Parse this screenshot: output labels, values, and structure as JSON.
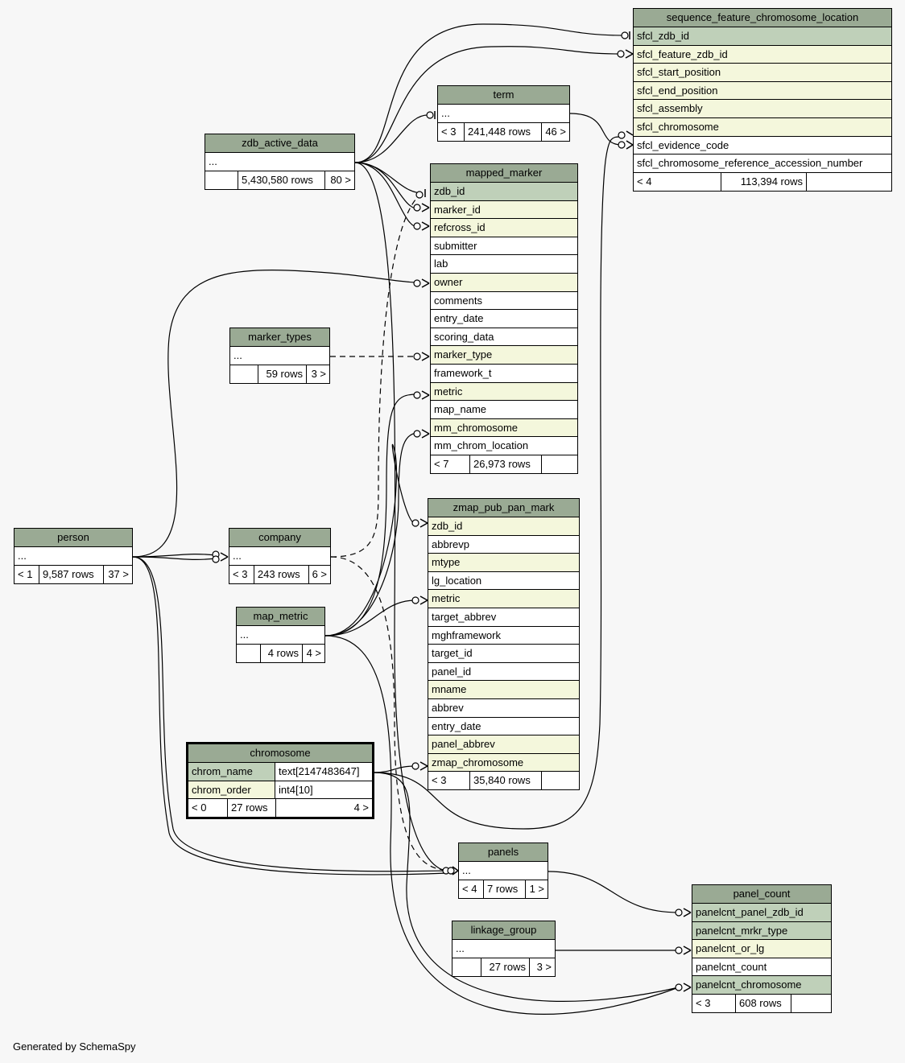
{
  "tables": {
    "sequence_feature_chromosome_location": {
      "name": "sequence_feature_chromosome_location",
      "columns": [
        "sfcl_zdb_id",
        "sfcl_feature_zdb_id",
        "sfcl_start_position",
        "sfcl_end_position",
        "sfcl_assembly",
        "sfcl_chromosome",
        "sfcl_evidence_code",
        "sfcl_chromosome_reference_accession_number"
      ],
      "parents": "< 4",
      "rows": "113,394 rows",
      "children": ""
    },
    "term": {
      "name": "term",
      "columns": [
        "..."
      ],
      "parents": "< 3",
      "rows": "241,448 rows",
      "children": "46 >"
    },
    "zdb_active_data": {
      "name": "zdb_active_data",
      "columns": [
        "..."
      ],
      "parents": "",
      "rows": "5,430,580 rows",
      "children": "80 >"
    },
    "mapped_marker": {
      "name": "mapped_marker",
      "columns": [
        "zdb_id",
        "marker_id",
        "refcross_id",
        "submitter",
        "lab",
        "owner",
        "comments",
        "entry_date",
        "scoring_data",
        "marker_type",
        "framework_t",
        "metric",
        "map_name",
        "mm_chromosome",
        "mm_chrom_location"
      ],
      "parents": "< 7",
      "rows": "26,973 rows",
      "children": ""
    },
    "marker_types": {
      "name": "marker_types",
      "columns": [
        "..."
      ],
      "parents": "",
      "rows": "59 rows",
      "children": "3 >"
    },
    "zmap_pub_pan_mark": {
      "name": "zmap_pub_pan_mark",
      "columns": [
        "zdb_id",
        "abbrevp",
        "mtype",
        "lg_location",
        "metric",
        "target_abbrev",
        "mghframework",
        "target_id",
        "panel_id",
        "mname",
        "abbrev",
        "entry_date",
        "panel_abbrev",
        "zmap_chromosome"
      ],
      "parents": "< 3",
      "rows": "35,840 rows",
      "children": ""
    },
    "person": {
      "name": "person",
      "columns": [
        "..."
      ],
      "parents": "< 1",
      "rows": "9,587 rows",
      "children": "37 >"
    },
    "company": {
      "name": "company",
      "columns": [
        "..."
      ],
      "parents": "< 3",
      "rows": "243 rows",
      "children": "6 >"
    },
    "map_metric": {
      "name": "map_metric",
      "columns": [
        "..."
      ],
      "parents": "",
      "rows": "4 rows",
      "children": "4 >"
    },
    "chromosome": {
      "name": "chromosome",
      "columns": [
        {
          "name": "chrom_name",
          "type": "text[2147483647]"
        },
        {
          "name": "chrom_order",
          "type": "int4[10]"
        }
      ],
      "parents": "< 0",
      "rows": "27 rows",
      "children": "4 >"
    },
    "panels": {
      "name": "panels",
      "columns": [
        "..."
      ],
      "parents": "< 4",
      "rows": "7 rows",
      "children": "1 >"
    },
    "linkage_group": {
      "name": "linkage_group",
      "columns": [
        "..."
      ],
      "parents": "",
      "rows": "27 rows",
      "children": "3 >"
    },
    "panel_count": {
      "name": "panel_count",
      "columns": [
        "panelcnt_panel_zdb_id",
        "panelcnt_mrkr_type",
        "panelcnt_or_lg",
        "panelcnt_count",
        "panelcnt_chromosome"
      ],
      "parents": "< 3",
      "rows": "608 rows",
      "children": ""
    }
  },
  "credit": "Generated by SchemaSpy",
  "colors": {
    "background": "#f7f7f7",
    "header": "#9aaa94",
    "primary_key": "#bfd0b9",
    "foreign_key": "#f4f7dc"
  }
}
